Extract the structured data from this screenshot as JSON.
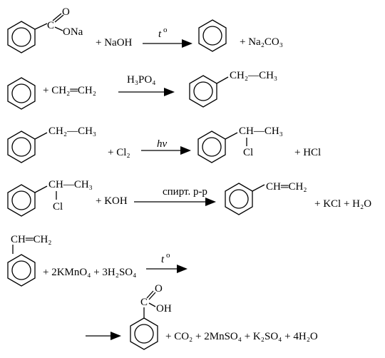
{
  "reactions": [
    {
      "id": "r1",
      "reactant_groups": {
        "carbon": "C",
        "carbonyl_o": "O",
        "carboxylate": "ONa"
      },
      "reagent": "+ NaOH",
      "condition": {
        "base": "t",
        "sup": "o"
      },
      "product_extra": "+ Na₂CO₃"
    },
    {
      "id": "r2",
      "reagent": "+ CH₂═CH₂",
      "condition": "H₃PO₄",
      "product_chain": "CH₂—CH₃"
    },
    {
      "id": "r3",
      "reactant_chain": "CH₂—CH₃",
      "reagent": "+ Cl₂",
      "condition": "hv",
      "product_chain": "CH—CH₃",
      "product_sub": "Cl",
      "product_extra": "+ HCl"
    },
    {
      "id": "r4",
      "reactant_chain": "CH—CH₃",
      "reactant_sub": "Cl",
      "reagent": "+ KOH",
      "condition": "спирт. р-р",
      "product_chain": "CH═CH₂",
      "product_extra": "+ KCl + H₂O"
    },
    {
      "id": "r5",
      "reactant_chain": "CH═CH₂",
      "reagent": "+ 2KMnO₄ + 3H₂SO₄",
      "condition": {
        "base": "t",
        "sup": "o"
      },
      "product_groups": {
        "carbon": "C",
        "carbonyl_o": "O",
        "hydroxyl": "OH"
      },
      "product_extra": "+ CO₂ + 2MnSO₄ + K₂SO₄ + 4H₂O"
    }
  ],
  "icons": [
    "benzene-ring",
    "reaction-arrow"
  ]
}
